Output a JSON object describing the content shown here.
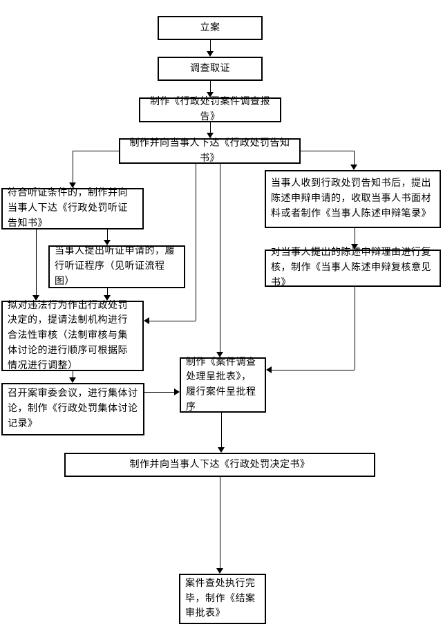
{
  "colors": {
    "background": "#ffffff",
    "box_border": "#000000",
    "text": "#000000",
    "connector": "#000000"
  },
  "nodes": {
    "case_filing": {
      "label": "立案"
    },
    "investigation": {
      "label": "调查取证"
    },
    "investigation_report": {
      "label": "制作《行政处罚案件调查报告》"
    },
    "penalty_notice": {
      "label": "制作并向当事人下达《行政处罚告知书》"
    },
    "hearing_notice": {
      "label": "符合听证条件的，制作并向当事人下达《行政处罚听证告知书》"
    },
    "hearing_procedure": {
      "label": "当事人提出听证申请的，履行听证程序（见听证流程图）"
    },
    "legality_review": {
      "label": "拟对违法行为作出行政处罚决定的，提请法制机构进行合法性审核（法制审核与集体讨论的进行顺序可根据际情况进行调整）"
    },
    "collective_discussion": {
      "label": "召开案审委会议，进行集体讨论，制作《行政处罚集体讨论记录》"
    },
    "case_approval_form": {
      "label": "制作《案件调查处理呈批表》，履行案件呈批程序"
    },
    "statement_defense": {
      "label": "当事人收到行政处罚告知书后，提出陈述申辩申请的，收取当事人书面材料或者制作《当事人陈述申辩笔录》"
    },
    "defense_review": {
      "label": "对当事人提出的陈述申辩理由进行复核，制作《当事人陈述申辩复核意见书》"
    },
    "penalty_decision": {
      "label": "制作并向当事人下达《行政处罚决定书》"
    },
    "case_closing": {
      "label": "案件查处执行完毕，制作《结案审批表》"
    }
  },
  "edges": [
    {
      "from": "case_filing",
      "to": "investigation"
    },
    {
      "from": "investigation",
      "to": "investigation_report"
    },
    {
      "from": "investigation_report",
      "to": "penalty_notice"
    },
    {
      "from": "penalty_notice",
      "to": "hearing_notice"
    },
    {
      "from": "penalty_notice",
      "to": "statement_defense"
    },
    {
      "from": "penalty_notice",
      "to": "legality_review"
    },
    {
      "from": "penalty_notice",
      "to": "case_approval_form"
    },
    {
      "from": "hearing_notice",
      "to": "hearing_procedure"
    },
    {
      "from": "hearing_notice",
      "to": "legality_review"
    },
    {
      "from": "hearing_procedure",
      "to": "legality_review"
    },
    {
      "from": "legality_review",
      "to": "collective_discussion"
    },
    {
      "from": "collective_discussion",
      "to": "case_approval_form"
    },
    {
      "from": "statement_defense",
      "to": "defense_review"
    },
    {
      "from": "defense_review",
      "to": "case_approval_form"
    },
    {
      "from": "case_approval_form",
      "to": "penalty_decision"
    },
    {
      "from": "penalty_decision",
      "to": "case_closing"
    }
  ]
}
